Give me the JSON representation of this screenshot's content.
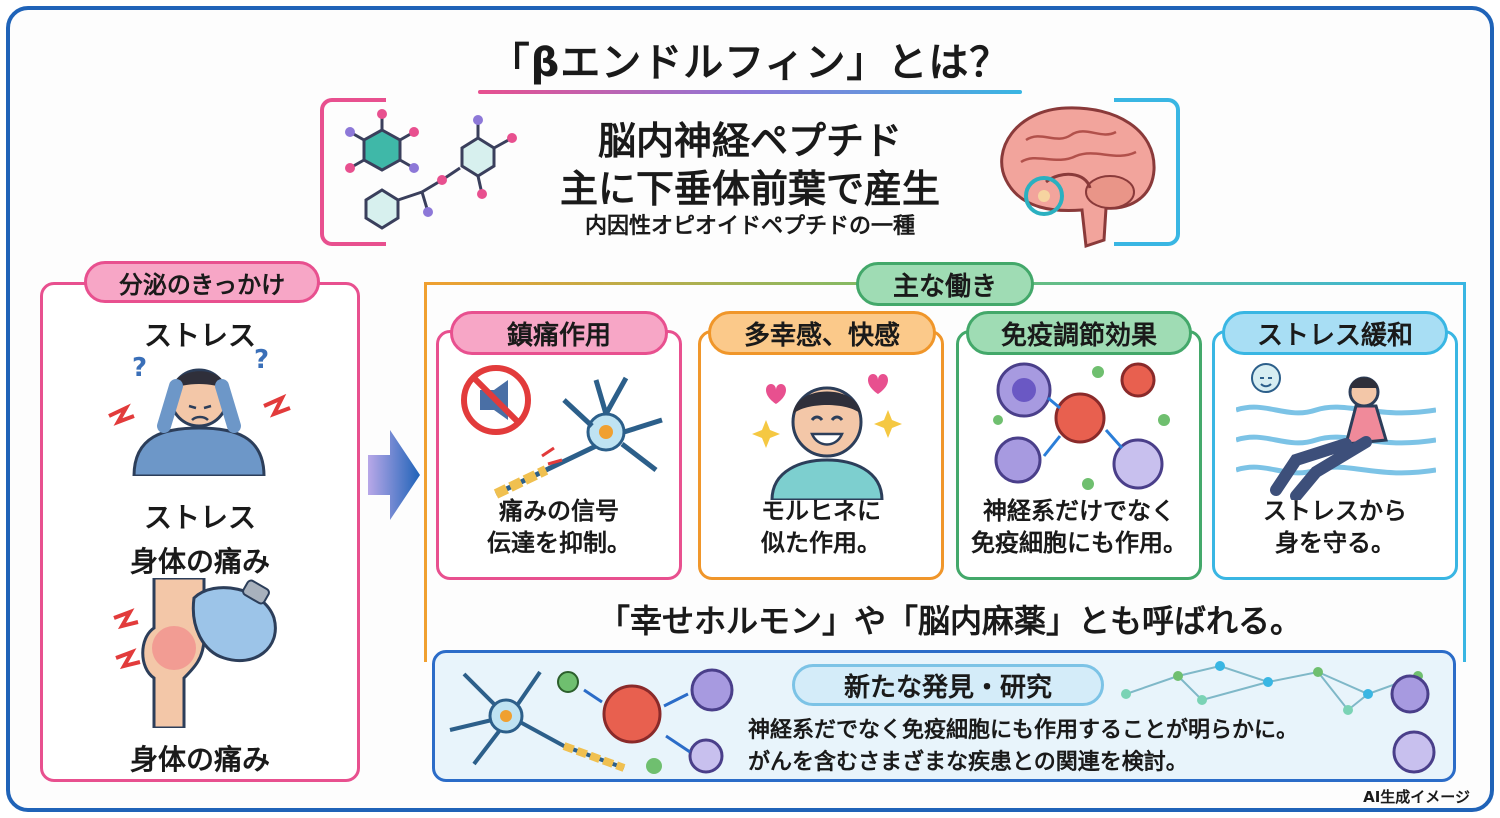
{
  "title": "「βエンドルフィン」とは？",
  "hero": {
    "line1": "脳内神経ペプチド",
    "line2": "主に下垂体前葉で産生",
    "line3": "内因性オピオイドペプチドの一種"
  },
  "triggers": {
    "heading": "分泌のきっかけ",
    "stress_top": "ストレス",
    "stress_mid": "ストレス",
    "pain_mid": "身体の痛み",
    "pain_bottom": "身体の痛み"
  },
  "main": {
    "heading": "主な働き",
    "cards": [
      {
        "title": "鎮痛作用",
        "line1": "痛みの信号",
        "line2": "伝達を抑制。",
        "color": "#e8508f",
        "pill_bg": "#f7a6c6"
      },
      {
        "title": "多幸感、快感",
        "line1": "モルヒネに",
        "line2": "似た作用。",
        "color": "#f0962a",
        "pill_bg": "#fbc98a"
      },
      {
        "title": "免疫調節効果",
        "line1": "神経系だけでなく",
        "line2": "免疫細胞にも作用。",
        "color": "#43a86a",
        "pill_bg": "#9fdcb4"
      },
      {
        "title": "ストレス緩和",
        "line1": "ストレスから",
        "line2": "身を守る。",
        "color": "#39b6e3",
        "pill_bg": "#a8def4"
      }
    ],
    "also_called": "「幸せホルモン」や「脳内麻薬」とも呼ばれる。"
  },
  "research": {
    "heading": "新たな発見・研究",
    "line1": "神経系だでなく免疫細胞にも作用することが明らかに。",
    "line2": "がんを含むさまざまな疾患との関連を検討。"
  },
  "credit": "AI生成イメージ",
  "colors": {
    "frame": "#1f63b8",
    "pink": "#e8508f",
    "orange": "#f0962a",
    "green": "#43a86a",
    "blue": "#39b6e3"
  }
}
